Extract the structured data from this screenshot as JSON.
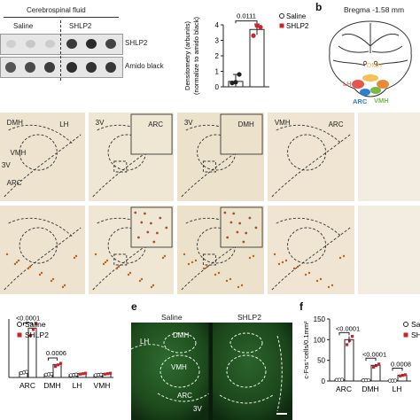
{
  "panels": {
    "b_letter": "b",
    "e_letter": "e",
    "f_letter": "f"
  },
  "blot": {
    "title": "Cerebrospinal fluid",
    "group_saline": "Saline",
    "group_shlp2": "SHLP2",
    "row1_label": "SHLP2",
    "row2_label": "Amido black"
  },
  "chart_a": {
    "type": "bar",
    "categories": [
      "Saline",
      "SHLP2"
    ],
    "values": [
      0.35,
      3.7
    ],
    "errors": [
      0.45,
      0.35
    ],
    "points": [
      [
        0.25,
        0.3,
        0.8
      ],
      [
        3.3,
        3.95,
        3.85
      ]
    ],
    "ylim": [
      0,
      4
    ],
    "yticks": [
      "0",
      "1",
      "2",
      "3",
      "4"
    ],
    "ylabel_line1": "Densitometry (arbunits)",
    "ylabel_line2": "(normalize to amido black)",
    "pvalue": "0.0111",
    "legend": [
      "Saline",
      "SHLP2"
    ],
    "colors": {
      "saline": "#ffffff",
      "shlp2": "#c9262c"
    }
  },
  "schematic": {
    "title": "Bregma -1.58 mm",
    "labels": {
      "dmh": "DMH",
      "lh": "LH",
      "arc": "ARC",
      "vmh": "VMH"
    },
    "colors": {
      "dmh": "#f4b942",
      "lh": "#e5564b",
      "arc": "#2f7fd1",
      "vmh": "#77bb44",
      "lh_extra": "#e98a3a"
    }
  },
  "histology": {
    "row1": [
      {
        "labels": [
          "DMH",
          "LH",
          "VMH",
          "ARC",
          "3V"
        ]
      },
      {
        "labels": [
          "3V",
          "ARC"
        ]
      },
      {
        "labels": [
          "3V",
          "DMH"
        ]
      },
      {
        "labels": [
          "VMH",
          "ARC"
        ]
      },
      {
        "labels": []
      }
    ],
    "row2": [
      {
        "labels": []
      },
      {
        "labels": []
      },
      {
        "labels": []
      },
      {
        "labels": []
      },
      {
        "labels": []
      }
    ]
  },
  "chart_d": {
    "type": "bar",
    "categories": [
      "ARC",
      "DMH",
      "LH",
      "VMH"
    ],
    "series": [
      {
        "name": "Saline",
        "values": [
          4,
          2.5,
          2,
          2
        ]
      },
      {
        "name": "SHLP2",
        "values": [
          38,
          10,
          3,
          3
        ]
      }
    ],
    "pvalues": [
      "<0.0001",
      "0.0006"
    ],
    "legend": [
      "Saline",
      "SHLP2"
    ]
  },
  "fluor": {
    "saline_label": "Saline",
    "shlp2_label": "SHLP2",
    "labels": [
      "LH",
      "DMH",
      "VMH",
      "ARC",
      "3V"
    ]
  },
  "chart_f": {
    "type": "bar",
    "categories": [
      "ARC",
      "DMH",
      "LH"
    ],
    "series": [
      {
        "name": "Saline",
        "values": [
          3,
          2,
          1
        ]
      },
      {
        "name": "SHLP2",
        "values": [
          100,
          38,
          14
        ]
      }
    ],
    "ylim": [
      0,
      150
    ],
    "yticks": [
      "0",
      "50",
      "100",
      "150"
    ],
    "ylabel": "c-Fos⁺cells/0.1mm²",
    "pvalues": [
      "<0.0001",
      "<0.0001",
      "0.0008"
    ],
    "legend": [
      "Sali",
      "SHL"
    ]
  }
}
